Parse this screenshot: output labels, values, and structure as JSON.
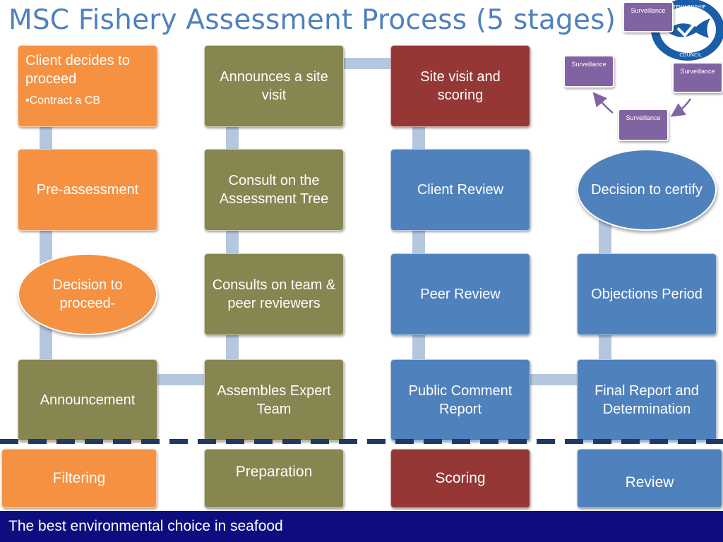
{
  "title": "MSC Fishery Assessment Process (5 stages)",
  "columns": [
    {
      "stage": "Filtering",
      "color": "#f69142",
      "steps": [
        {
          "text": "Client decides to proceed",
          "bullet": "Contract a CB"
        },
        {
          "text": "Pre-assessment"
        },
        {
          "text": "Decision to proceed-",
          "shape": "oval"
        },
        {
          "text": "Announcement",
          "color": "#878550"
        }
      ]
    },
    {
      "stage": "Preparation",
      "color": "#878550",
      "steps": [
        {
          "text": "Announces a site visit"
        },
        {
          "text": "Consult on the Assessment Tree"
        },
        {
          "text": "Consults on team & peer reviewers"
        },
        {
          "text": "Assembles Expert Team"
        }
      ]
    },
    {
      "stage": "Scoring",
      "color": "#953735",
      "steps": [
        {
          "text": "Site visit and scoring"
        },
        {
          "text": "Client Review",
          "color": "#4f81bd"
        },
        {
          "text": "Peer Review",
          "color": "#4f81bd"
        },
        {
          "text": "Public Comment Report",
          "color": "#4f81bd"
        }
      ]
    },
    {
      "stage": "Review",
      "color": "#4f81bd",
      "steps": [
        {
          "text": "Decision to certify",
          "shape": "oval"
        },
        {
          "text": "Objections Period"
        },
        {
          "text": "Final Report and Determination"
        }
      ]
    }
  ],
  "surveillance": {
    "label": "Surveillance",
    "count": 4,
    "color": "#8064a2"
  },
  "footer": "The best environmental choice in seafood",
  "logo": {
    "text": "MARINE STEWARDSHIP COUNCIL",
    "icon": "msc-fish-check-logo"
  },
  "colors": {
    "title": "#4f81bd",
    "footer_bg": "#0d0d80",
    "connector": "#b5c6df",
    "divider": "#1f3864"
  }
}
